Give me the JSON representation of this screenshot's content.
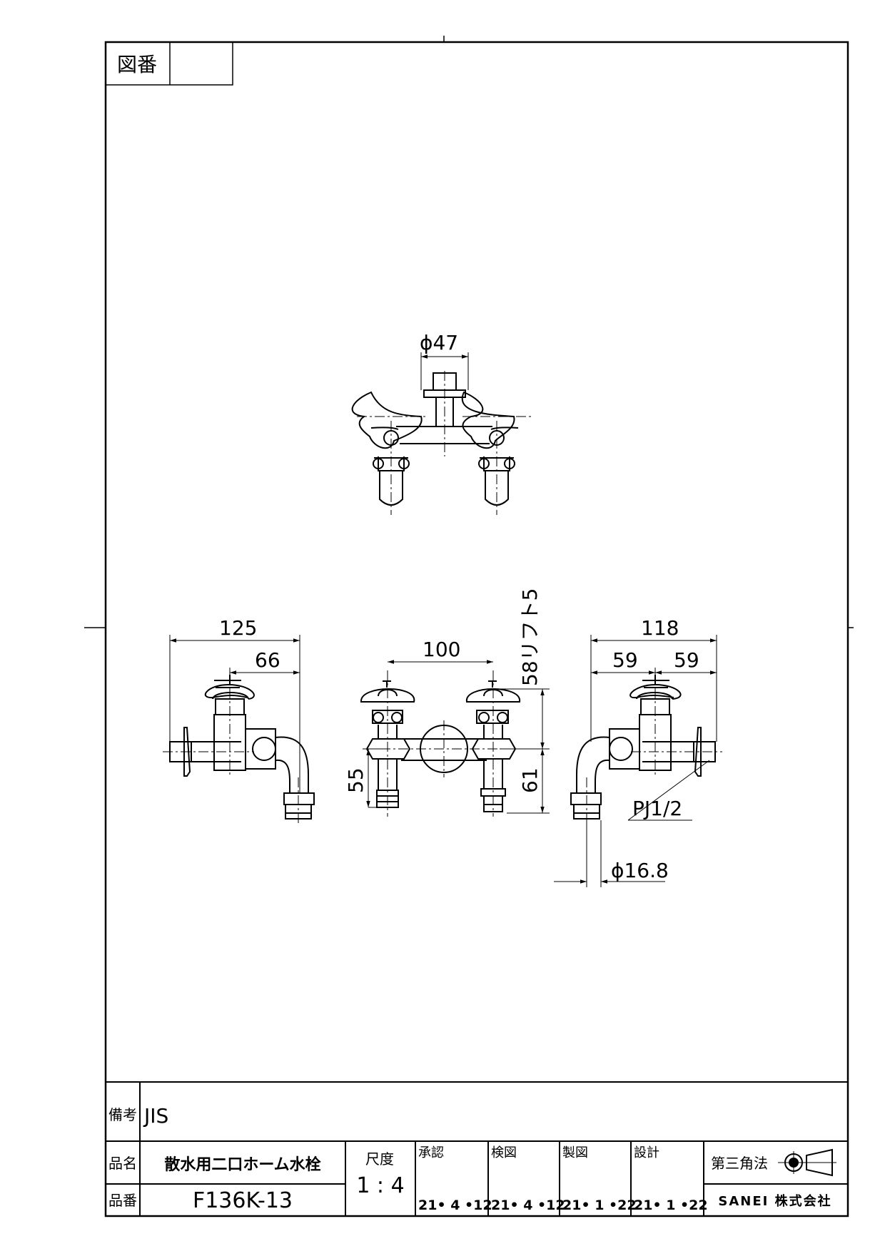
{
  "title_block": {
    "drawing_no_label": "図番",
    "drawing_no_value": "",
    "remarks_label": "備考",
    "remarks_value": "JIS",
    "product_name_label": "品名",
    "product_name": "散水用二口ホーム水栓",
    "product_no_label": "品番",
    "product_no": "F136K-13",
    "scale_label": "尺度",
    "scale_value": "1 : 4",
    "approval_label": "承認",
    "approval_date": "21• 4 •12",
    "check_label": "検図",
    "check_date": "21• 4 •12",
    "drafting_label": "製図",
    "drafting_date": "21• 1 •22",
    "design_label": "設計",
    "design_date": "21• 1 •22",
    "projection_label": "第三角法",
    "company": "SANEI 株式会社"
  },
  "dimensions": {
    "top_diameter": "ϕ47",
    "left_overall": "125",
    "left_spout": "66",
    "front_spacing": "100",
    "front_lift": "58リフト5",
    "front_left_height": "55",
    "front_right_height": "61",
    "right_overall": "118",
    "right_half_a": "59",
    "right_half_b": "59",
    "thread": "PJ1/2",
    "hose_diameter": "ϕ16.8"
  }
}
